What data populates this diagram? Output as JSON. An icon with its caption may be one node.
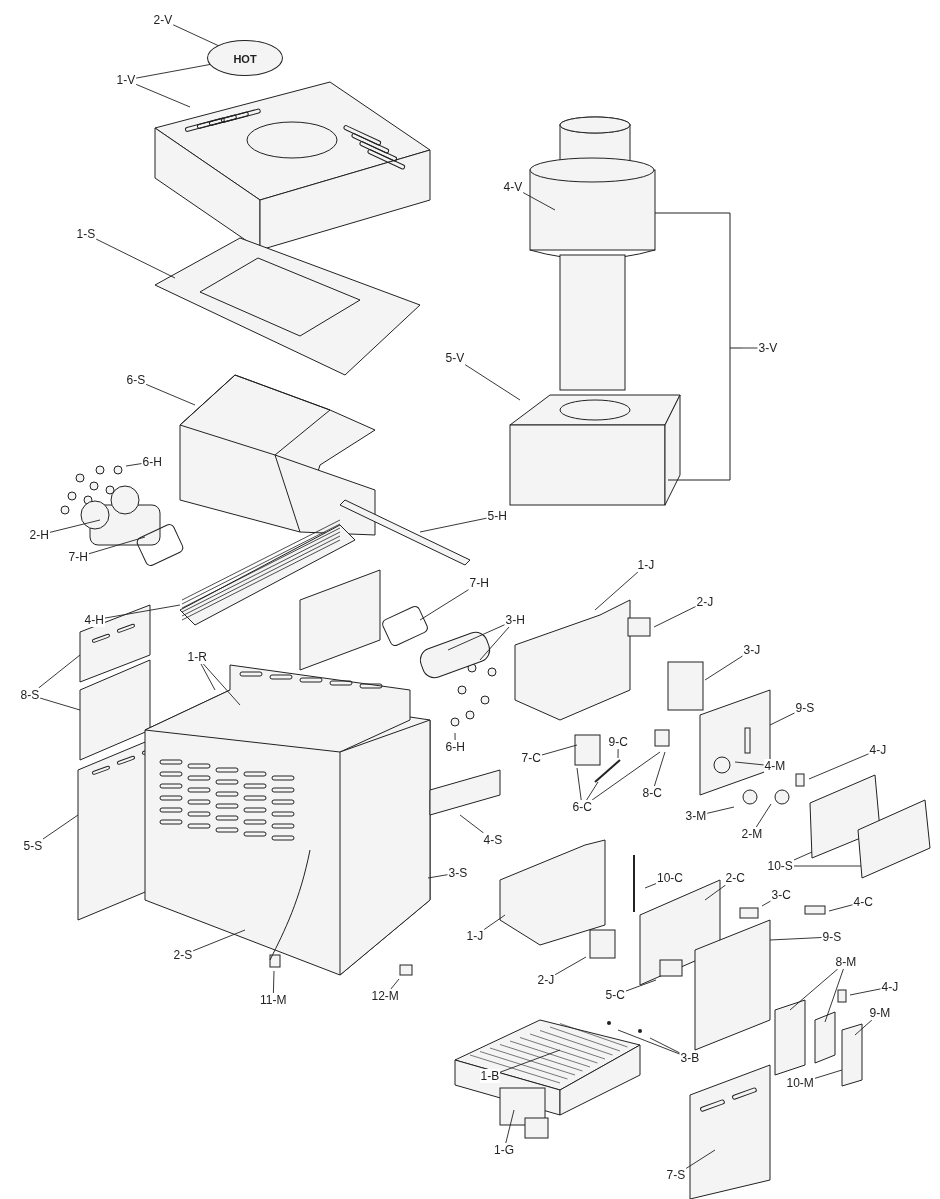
{
  "diagram": {
    "nodes": [
      {
        "text": [
          "2-V"
        ]
      },
      {
        "text": [
          "1-V"
        ]
      },
      {
        "text": [
          "4-V"
        ]
      },
      {
        "text": [
          "1-S"
        ]
      },
      {
        "text": [
          "3-V"
        ]
      },
      {
        "text": [
          "6-S"
        ]
      },
      {
        "text": [
          "5-V"
        ]
      },
      {
        "text": [
          "6-H"
        ]
      },
      {
        "text": [
          "5-H"
        ]
      },
      {
        "text": [
          "2-H"
        ]
      },
      {
        "text": [
          "7-H"
        ]
      },
      {
        "text": [
          "1-J"
        ]
      },
      {
        "text": [
          "7-H"
        ]
      },
      {
        "text": [
          "2-J"
        ]
      },
      {
        "text": [
          "4-H"
        ]
      },
      {
        "text": [
          "3-H"
        ]
      },
      {
        "text": [
          "3-J"
        ]
      },
      {
        "text": [
          "1-R"
        ]
      },
      {
        "text": [
          "8-S"
        ]
      },
      {
        "text": [
          "9-S"
        ]
      },
      {
        "text": [
          "9-C"
        ]
      },
      {
        "text": [
          "6-H"
        ]
      },
      {
        "text": [
          "4-M"
        ]
      },
      {
        "text": [
          "7-C"
        ]
      },
      {
        "text": [
          "4-J"
        ]
      },
      {
        "text": [
          "8-C"
        ]
      },
      {
        "text": [
          "6-C"
        ]
      },
      {
        "text": [
          "4-S"
        ]
      },
      {
        "text": [
          "3-M"
        ]
      },
      {
        "text": [
          "5-S"
        ]
      },
      {
        "text": [
          "2-M"
        ]
      },
      {
        "text": [
          "10-S"
        ]
      },
      {
        "text": [
          "3-S"
        ]
      },
      {
        "text": [
          "10-C"
        ]
      },
      {
        "text": [
          "2-C"
        ]
      },
      {
        "text": [
          "3-C"
        ]
      },
      {
        "text": [
          "1-J"
        ]
      },
      {
        "text": [
          "4-C"
        ]
      },
      {
        "text": [
          "9-S"
        ]
      },
      {
        "text": [
          "2-S"
        ]
      },
      {
        "text": [
          "8-M"
        ]
      },
      {
        "text": [
          "2-J"
        ]
      },
      {
        "text": [
          "4-J"
        ]
      },
      {
        "text": [
          "5-C"
        ]
      },
      {
        "text": [
          "12-M"
        ]
      },
      {
        "text": [
          "11-M"
        ]
      },
      {
        "text": [
          "9-M"
        ]
      },
      {
        "text": [
          "1-B"
        ]
      },
      {
        "text": [
          "3-B"
        ]
      },
      {
        "text": [
          "10-M"
        ]
      },
      {
        "text": [
          "1-G"
        ]
      },
      {
        "text": [
          "7-S"
        ]
      },
      {
        "text": [
          "HOT"
        ]
      }
    ],
    "edges": [
      {
        "from": 0,
        "to": 52,
        "arrow": "none"
      },
      {
        "from": 1,
        "to": 52,
        "arrow": "none"
      },
      {
        "from": 1,
        "to": null,
        "arrow": "none"
      },
      {
        "from": 2,
        "to": null,
        "arrow": "none"
      },
      {
        "from": 3,
        "to": null,
        "arrow": "none"
      },
      {
        "from": 4,
        "to": null,
        "arrow": "none"
      },
      {
        "from": 5,
        "to": null,
        "arrow": "none"
      },
      {
        "from": 6,
        "to": null,
        "arrow": "none"
      },
      {
        "from": 7,
        "to": null,
        "arrow": "none"
      },
      {
        "from": 8,
        "to": null,
        "arrow": "none"
      },
      {
        "from": 9,
        "to": null,
        "arrow": "none"
      },
      {
        "from": 10,
        "to": null,
        "arrow": "none"
      },
      {
        "from": 11,
        "to": null,
        "arrow": "none"
      },
      {
        "from": 12,
        "to": null,
        "arrow": "none"
      },
      {
        "from": 13,
        "to": null,
        "arrow": "none"
      },
      {
        "from": 14,
        "to": null,
        "arrow": "none"
      },
      {
        "from": 15,
        "to": null,
        "arrow": "none"
      },
      {
        "from": 15,
        "to": null,
        "arrow": "none"
      },
      {
        "from": 16,
        "to": null,
        "arrow": "none"
      },
      {
        "from": 17,
        "to": null,
        "arrow": "none"
      },
      {
        "from": 17,
        "to": null,
        "arrow": "none"
      },
      {
        "from": 18,
        "to": null,
        "arrow": "none"
      },
      {
        "from": 18,
        "to": null,
        "arrow": "none"
      },
      {
        "from": 19,
        "to": null,
        "arrow": "none"
      },
      {
        "from": 20,
        "to": null,
        "arrow": "none"
      },
      {
        "from": 21,
        "to": null,
        "arrow": "none"
      },
      {
        "from": 22,
        "to": null,
        "arrow": "none"
      },
      {
        "from": 23,
        "to": null,
        "arrow": "none"
      },
      {
        "from": 24,
        "to": null,
        "arrow": "none"
      },
      {
        "from": 25,
        "to": null,
        "arrow": "none"
      },
      {
        "from": 26,
        "to": null,
        "arrow": "none"
      },
      {
        "from": 26,
        "to": null,
        "arrow": "none"
      },
      {
        "from": 26,
        "to": null,
        "arrow": "none"
      },
      {
        "from": 27,
        "to": null,
        "arrow": "none"
      },
      {
        "from": 28,
        "to": null,
        "arrow": "none"
      },
      {
        "from": 29,
        "to": null,
        "arrow": "none"
      },
      {
        "from": 30,
        "to": null,
        "arrow": "none"
      },
      {
        "from": 31,
        "to": null,
        "arrow": "none"
      },
      {
        "from": 31,
        "to": null,
        "arrow": "none"
      },
      {
        "from": 32,
        "to": null,
        "arrow": "none"
      },
      {
        "from": 33,
        "to": null,
        "arrow": "none"
      },
      {
        "from": 34,
        "to": null,
        "arrow": "none"
      },
      {
        "from": 35,
        "to": null,
        "arrow": "none"
      },
      {
        "from": 36,
        "to": null,
        "arrow": "none"
      },
      {
        "from": 37,
        "to": null,
        "arrow": "none"
      },
      {
        "from": 38,
        "to": null,
        "arrow": "none"
      },
      {
        "from": 39,
        "to": null,
        "arrow": "none"
      },
      {
        "from": 40,
        "to": null,
        "arrow": "none"
      },
      {
        "from": 40,
        "to": null,
        "arrow": "none"
      },
      {
        "from": 41,
        "to": null,
        "arrow": "none"
      },
      {
        "from": 42,
        "to": null,
        "arrow": "none"
      },
      {
        "from": 43,
        "to": null,
        "arrow": "none"
      },
      {
        "from": 44,
        "to": null,
        "arrow": "none"
      },
      {
        "from": 45,
        "to": null,
        "arrow": "none"
      },
      {
        "from": 46,
        "to": null,
        "arrow": "none"
      },
      {
        "from": 47,
        "to": null,
        "arrow": "none"
      },
      {
        "from": 48,
        "to": null,
        "arrow": "none"
      },
      {
        "from": 48,
        "to": null,
        "arrow": "none"
      },
      {
        "from": 49,
        "to": null,
        "arrow": "none"
      },
      {
        "from": 50,
        "to": null,
        "arrow": "none"
      },
      {
        "from": 51,
        "to": null,
        "arrow": "none"
      }
    ]
  }
}
